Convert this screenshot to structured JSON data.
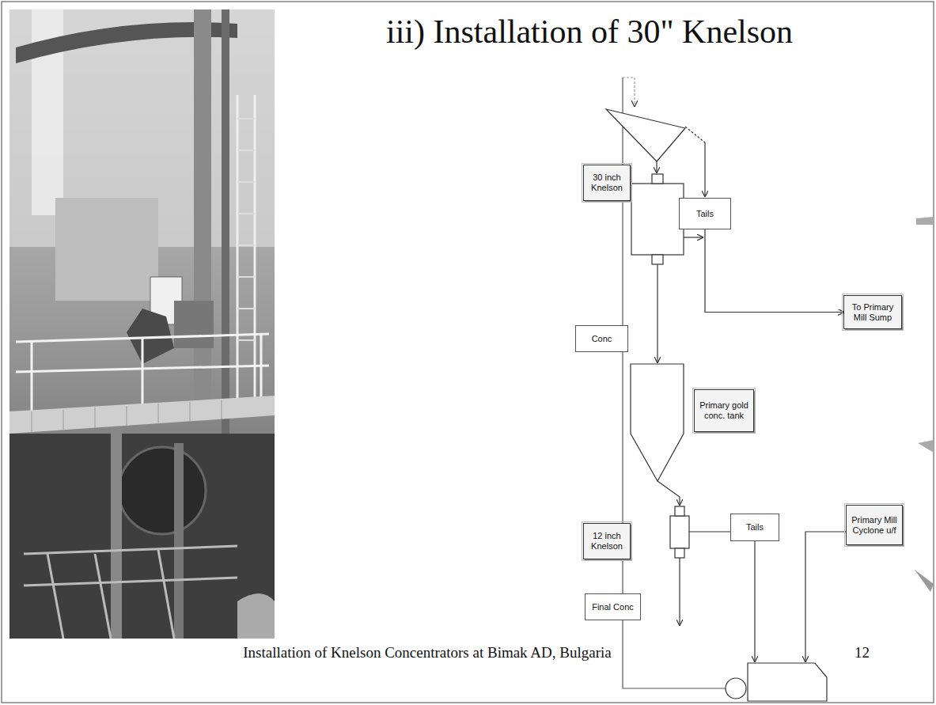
{
  "diagram": {
    "title": "iii) Installation of 30\" Knelson",
    "caption": "Installation of Knelson Concentrators at Bimak AD, Bulgaria",
    "nodes": [
      {
        "text": [
          "30 inch Knelson"
        ]
      },
      {
        "text": [
          "Tails"
        ]
      },
      {
        "text": [
          "Conc"
        ]
      },
      {
        "text": [
          "To Primary Mill Sump"
        ]
      },
      {
        "text": [
          "Primary gold conc. tank"
        ]
      },
      {
        "text": [
          "12 inch Knelson"
        ]
      },
      {
        "text": [
          "Tails"
        ]
      },
      {
        "text": [
          "Primary Mill Cyclone u/f"
        ]
      },
      {
        "text": [
          "Final Conc"
        ]
      }
    ],
    "edges": [
      {
        "from": 1,
        "to": 3,
        "arrow": "to"
      }
    ],
    "labels": [
      "12"
    ]
  }
}
